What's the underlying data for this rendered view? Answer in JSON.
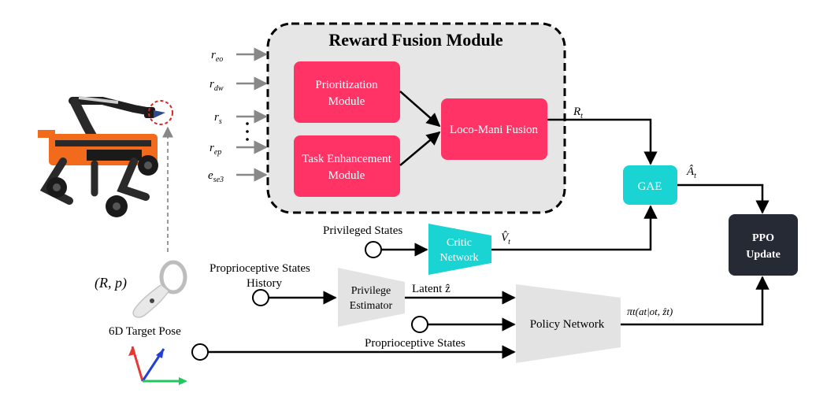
{
  "module": {
    "title": "Reward Fusion Module"
  },
  "boxes": {
    "prioritization_line1": "Prioritization",
    "prioritization_line2": "Module",
    "task_line1": "Task Enhancement",
    "task_line2": "Module",
    "fusion": "Loco-Mani Fusion",
    "gae": "GAE",
    "ppo_line1": "PPO",
    "ppo_line2": "Update",
    "critic_line1": "Critic",
    "critic_line2": "Network",
    "estimator_line1": "Privilege",
    "estimator_line2": "Estimator",
    "policy": "Policy Network"
  },
  "reward_inputs": {
    "r_eo": {
      "base": "r",
      "sub": "eo"
    },
    "r_dw": {
      "base": "r",
      "sub": "dw"
    },
    "r_s": {
      "base": "r",
      "sub": "s"
    },
    "r_ep": {
      "base": "r",
      "sub": "ep"
    },
    "e_se3": {
      "base": "e",
      "sub": "se3"
    }
  },
  "signals": {
    "R_t": {
      "base": "R",
      "sub": "t"
    },
    "A_hat_t": {
      "base": "Â",
      "sub": "t"
    },
    "V_hat_t": {
      "base": "V̂",
      "sub": "t"
    },
    "latent": "Latent ẑ",
    "pi": "π",
    "pi_args": "t(at|ot, ẑt)"
  },
  "labels": {
    "privileged_states": "Privileged States",
    "proprio_history_line1": "Proprioceptive States",
    "proprio_history_line2": "History",
    "proprio_states": "Proprioceptive States",
    "pose_math": "(R, p)",
    "target_pose": "6D Target Pose"
  },
  "colors": {
    "pink": "#ff3366",
    "cyan": "#1ad4d4",
    "ppo": "#262a35",
    "gray_trap": "#e3e3e3",
    "module_bg": "#e6e6e6",
    "input_arrow": "#888888",
    "robot_orange": "#f26a1b",
    "target_ring": "#d62828",
    "axis_red": "#e53935",
    "axis_green": "#22c55e",
    "axis_blue": "#2340d6"
  },
  "icons": [
    "robot-image",
    "vr-controller-icon",
    "target-circle",
    "coordinate-axes-icon"
  ]
}
